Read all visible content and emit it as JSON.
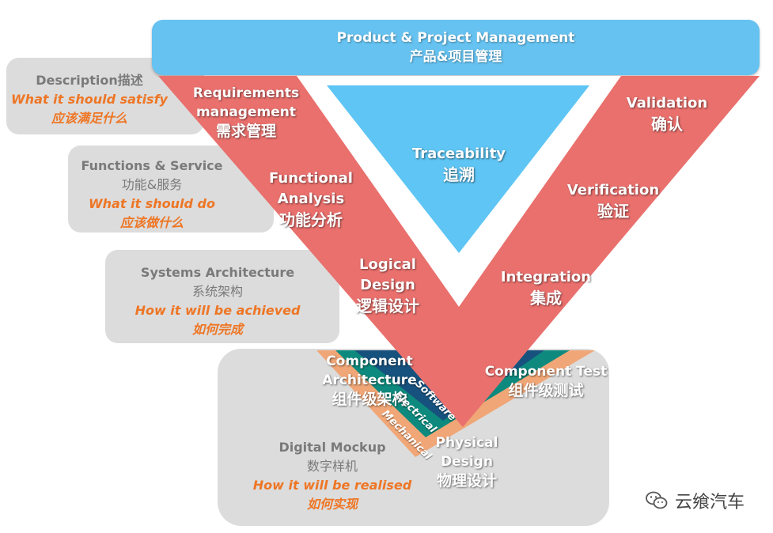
{
  "banner": {
    "title_en": "Product & Project Management",
    "title_cn": "产品&项目管理"
  },
  "side_boxes": [
    {
      "title_en": "Description描述",
      "title_cn": "",
      "desc_en": "What it should satisfy",
      "desc_cn": "应该满足什么"
    },
    {
      "title_en": "Functions & Service",
      "title_cn": "功能&服务",
      "desc_en": "What it should do",
      "desc_cn": "应该做什么"
    },
    {
      "title_en": "Systems Architecture",
      "title_cn": "系统架构",
      "desc_en": "How it will be achieved",
      "desc_cn": "如何完成"
    },
    {
      "title_en": "Digital Mockup",
      "title_cn": "数字样机",
      "desc_en": "How it will be realised",
      "desc_cn": "如何实现"
    }
  ],
  "center": {
    "en": "Traceability",
    "cn": "追溯"
  },
  "left_stages": [
    {
      "en1": "Requirements",
      "en2": "management",
      "cn": "需求管理"
    },
    {
      "en1": "Functional",
      "en2": "Analysis",
      "cn": "功能分析"
    },
    {
      "en1": "Logical",
      "en2": "Design",
      "cn": "逻辑设计"
    },
    {
      "en1": "Component",
      "en2": "Architecture",
      "cn": "组件级架构"
    }
  ],
  "right_stages": [
    {
      "en": "Validation",
      "cn": "确认"
    },
    {
      "en": "Verification",
      "cn": "验证"
    },
    {
      "en": "Integration",
      "cn": "集成"
    },
    {
      "en": "Component Test",
      "cn": "组件级测试"
    }
  ],
  "bottom": {
    "en1": "Physical",
    "en2": "Design",
    "cn": "物理设计"
  },
  "layers": {
    "software": "Software",
    "electrical": "Electrical",
    "mechanical": "Mechanical"
  },
  "watermark": {
    "text": "云飨汽车"
  },
  "colors": {
    "banner": "#66c2f0",
    "v_shape": "#e9706d",
    "traceability": "#5ec5f4",
    "software": "#17527e",
    "electrical": "#0d8a7d",
    "mechanical": "#f0a676",
    "gray_box": "#dcdcdc",
    "orange_text": "#ee7625"
  }
}
